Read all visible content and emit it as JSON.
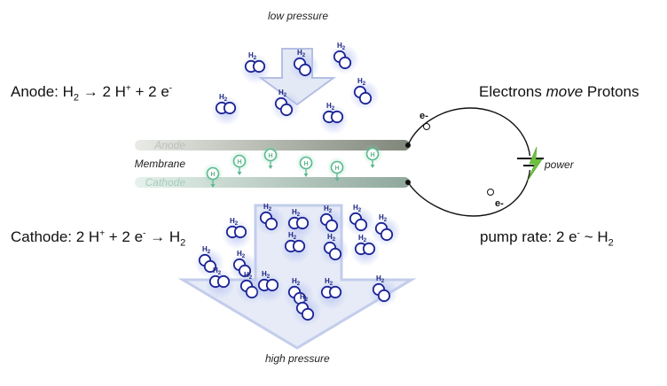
{
  "labels": {
    "low_pressure": "low pressure",
    "high_pressure": "high pressure",
    "anode_layer": "Anode",
    "membrane": "Membrane",
    "cathode_layer": "Cathode",
    "power": "power",
    "electron_top": "e-",
    "electron_bottom": "e-",
    "molecule": "H",
    "molecule_sub": "2",
    "proton": "H"
  },
  "equations": {
    "anode": {
      "prefix": "Anode: H",
      "sub": "2",
      "arrow": " → 2 H",
      "sup": "+",
      "rest": " + 2 e",
      "sup2": "-"
    },
    "cathode": {
      "prefix": "Cathode: 2 H",
      "sup": "+",
      "mid": " + 2 e",
      "sup2": "-",
      "arrow": " → H",
      "sub": "2"
    },
    "electrons_pre": "Electrons ",
    "electrons_move": "move",
    "electrons_post": " Protons",
    "pump_rate_pre": "pump rate: 2 e",
    "pump_rate_sup": "-",
    "pump_rate_post": " ~ H",
    "pump_rate_sub": "2"
  },
  "colors": {
    "molecule_stroke": "#1c2496",
    "arrow_fill": "#dde4f3",
    "arrow_stroke": "#aab7e0",
    "anode_bar": "#9ea39a",
    "cathode_bar": "#a7d3bf",
    "proton": "#5bb88f",
    "lightning": "#6dc23b"
  }
}
